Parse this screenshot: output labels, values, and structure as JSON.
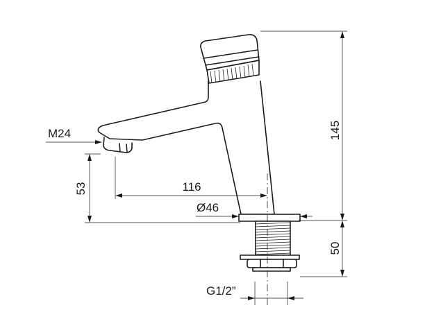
{
  "drawing": {
    "subject": "faucet-dimension-drawing",
    "labels": {
      "thread_m": "M24",
      "height_total": "145",
      "height_outlet": "53",
      "reach": "116",
      "base_diameter": "Ø46",
      "shank_length": "50",
      "thread_g": "G1/2”"
    }
  }
}
